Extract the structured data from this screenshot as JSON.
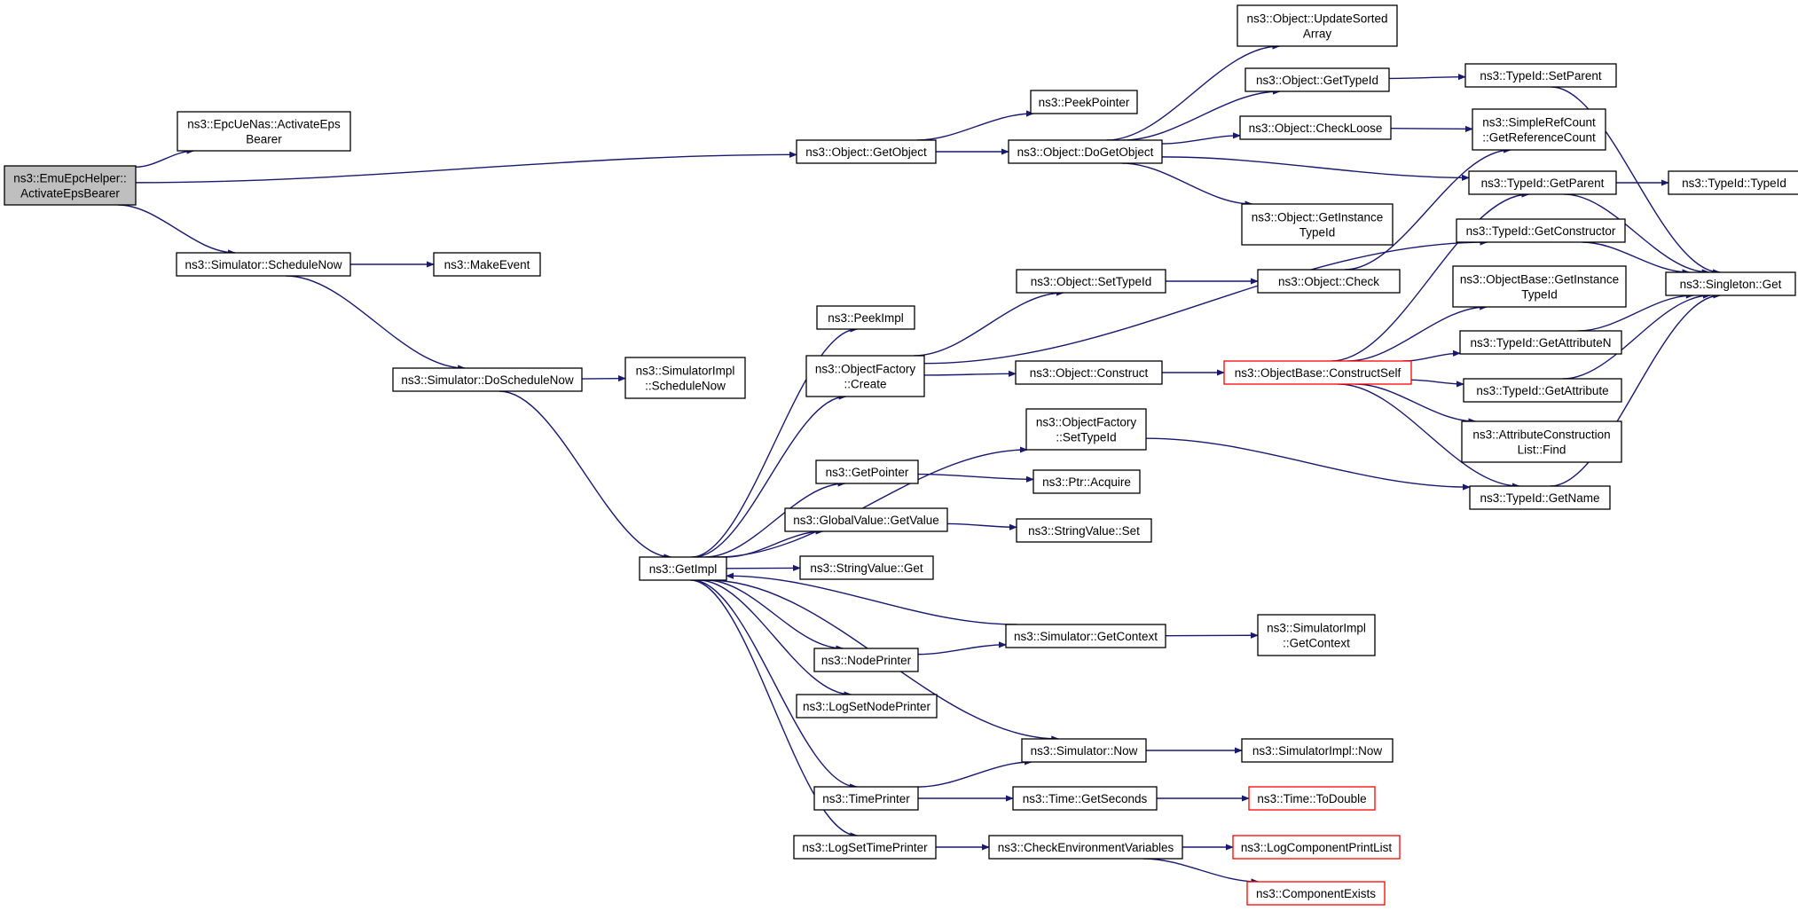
{
  "colors": {
    "edge": "#191970",
    "root_fill": "#bfbfbf",
    "node_fill": "#ffffff",
    "border": "#000000",
    "truncated_border": "#ff0000"
  },
  "nodes": {
    "root": [
      "ns3::EmuEpcHelper::",
      "ActivateEpsBearer"
    ],
    "epcUeNasActivate": [
      "ns3::EpcUeNas::ActivateEps",
      "Bearer"
    ],
    "objGetObject": [
      "ns3::Object::GetObject"
    ],
    "simScheduleNow": [
      "ns3::Simulator::ScheduleNow"
    ],
    "makeEvent": [
      "ns3::MakeEvent"
    ],
    "simDoScheduleNow": [
      "ns3::Simulator::DoScheduleNow"
    ],
    "simImplScheduleNow": [
      "ns3::SimulatorImpl",
      "::ScheduleNow"
    ],
    "getImpl": [
      "ns3::GetImpl"
    ],
    "peekPointer": [
      "ns3::PeekPointer"
    ],
    "objDoGetObject": [
      "ns3::Object::DoGetObject"
    ],
    "objUpdateSorted": [
      "ns3::Object::UpdateSorted",
      "Array"
    ],
    "objGetTypeId": [
      "ns3::Object::GetTypeId"
    ],
    "objCheckLoose": [
      "ns3::Object::CheckLoose"
    ],
    "objGetInstanceTypeId": [
      "ns3::Object::GetInstance",
      "TypeId"
    ],
    "typeIdSetParent": [
      "ns3::TypeId::SetParent"
    ],
    "simpleRefCount": [
      "ns3::SimpleRefCount",
      "::GetReferenceCount"
    ],
    "typeIdGetParent": [
      "ns3::TypeId::GetParent"
    ],
    "typeIdTypeId": [
      "ns3::TypeId::TypeId"
    ],
    "singletonGet": [
      "ns3::Singleton::Get"
    ],
    "typeIdGetConstructor": [
      "ns3::TypeId::GetConstructor"
    ],
    "objBaseGetInstanceTypeId": [
      "ns3::ObjectBase::GetInstance",
      "TypeId"
    ],
    "typeIdGetAttributeN": [
      "ns3::TypeId::GetAttributeN"
    ],
    "typeIdGetAttribute": [
      "ns3::TypeId::GetAttribute"
    ],
    "attrConstructionFind": [
      "ns3::AttributeConstruction",
      "List::Find"
    ],
    "typeIdGetName": [
      "ns3::TypeId::GetName"
    ],
    "peekImpl": [
      "ns3::PeekImpl"
    ],
    "objectFactoryCreate": [
      "ns3::ObjectFactory",
      "::Create"
    ],
    "objSetTypeId": [
      "ns3::Object::SetTypeId"
    ],
    "objCheck": [
      "ns3::Object::Check"
    ],
    "objConstruct": [
      "ns3::Object::Construct"
    ],
    "objBaseConstructSelf": [
      "ns3::ObjectBase::ConstructSelf"
    ],
    "objectFactorySetTypeId": [
      "ns3::ObjectFactory",
      "::SetTypeId"
    ],
    "getPointer": [
      "ns3::GetPointer"
    ],
    "ptrAcquire": [
      "ns3::Ptr::Acquire"
    ],
    "globalValueGetValue": [
      "ns3::GlobalValue::GetValue"
    ],
    "stringValueSet": [
      "ns3::StringValue::Set"
    ],
    "stringValueGet": [
      "ns3::StringValue::Get"
    ],
    "nodePrinter": [
      "ns3::NodePrinter"
    ],
    "simGetContext": [
      "ns3::Simulator::GetContext"
    ],
    "simImplGetContext": [
      "ns3::SimulatorImpl",
      "::GetContext"
    ],
    "logSetNodePrinter": [
      "ns3::LogSetNodePrinter"
    ],
    "simNow": [
      "ns3::Simulator::Now"
    ],
    "simImplNow": [
      "ns3::SimulatorImpl::Now"
    ],
    "timePrinter": [
      "ns3::TimePrinter"
    ],
    "timeGetSeconds": [
      "ns3::Time::GetSeconds"
    ],
    "timeToDouble": [
      "ns3::Time::ToDouble"
    ],
    "logSetTimePrinter": [
      "ns3::LogSetTimePrinter"
    ],
    "checkEnvVars": [
      "ns3::CheckEnvironmentVariables"
    ],
    "logComponentPrintList": [
      "ns3::LogComponentPrintList"
    ],
    "componentExists": [
      "ns3::ComponentExists"
    ]
  }
}
